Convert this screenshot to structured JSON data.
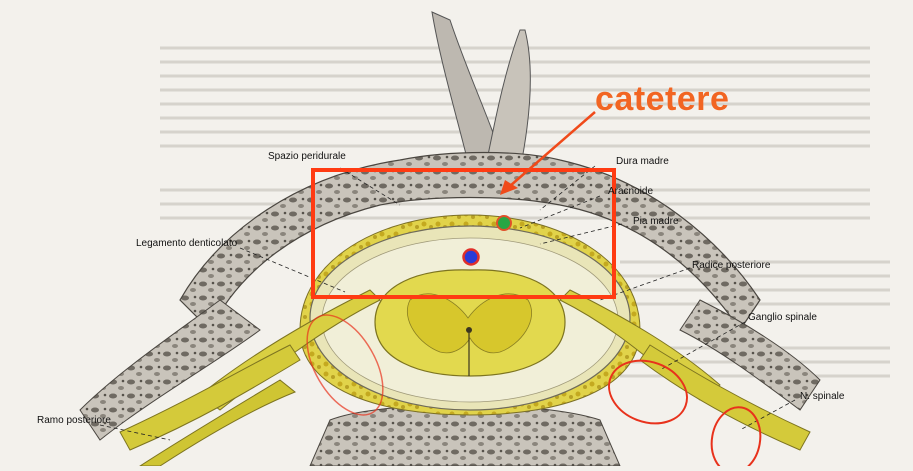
{
  "callout": "catetere",
  "labels": {
    "spazio_peridurale": "Spazio peridurale",
    "dura_madre": "Dura madre",
    "aracnoide": "Aracnoide",
    "pia_madre": "Pia madre",
    "legamento_denticolato": "Legamento denticolato",
    "radice_posteriore": "Radice posteriore",
    "ganglio_spinale": "Ganglio spinale",
    "n_spinale": "N. spinale",
    "ramo_posteriore": "Ramo posteriore"
  },
  "colors": {
    "highlight": "#ff3b12",
    "callout_text": "#f26522",
    "bone": "#b7b2aa",
    "cord_yellow": "#d8d036",
    "green_marker": "#29a644",
    "blue_marker": "#2a3bd8",
    "background": "#f3f1ec"
  }
}
